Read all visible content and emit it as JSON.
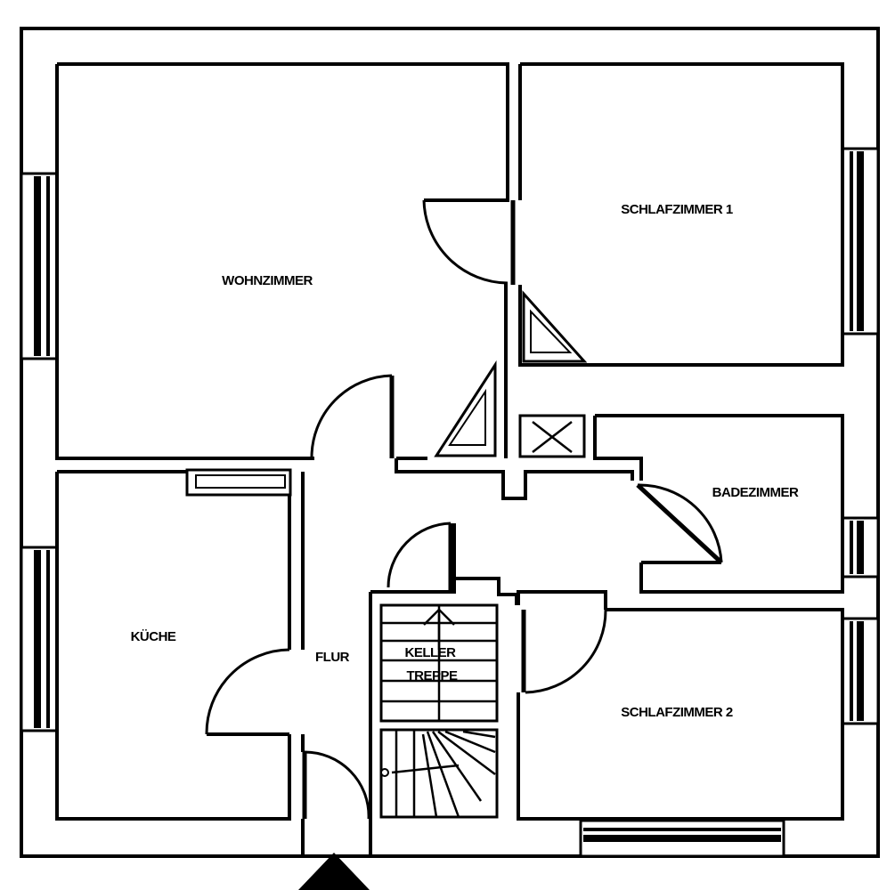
{
  "rooms": {
    "wohnzimmer": "WOHNZIMMER",
    "schlafzimmer1": "SCHLAFZIMMER 1",
    "badezimmer": "BADEZIMMER",
    "kueche": "KÜCHE",
    "flur": "FLUR",
    "keller_treppe_line1": "KELLER",
    "keller_treppe_line2": "TREPPE",
    "schlafzimmer2": "SCHLAFZIMMER 2"
  },
  "colors": {
    "line": "#000000",
    "background": "#ffffff"
  },
  "symbols": {
    "entrance": "entrance-arrow-icon",
    "shaft": "shaft-cross-icon",
    "stair_direction": "stair-arrow-icon"
  }
}
